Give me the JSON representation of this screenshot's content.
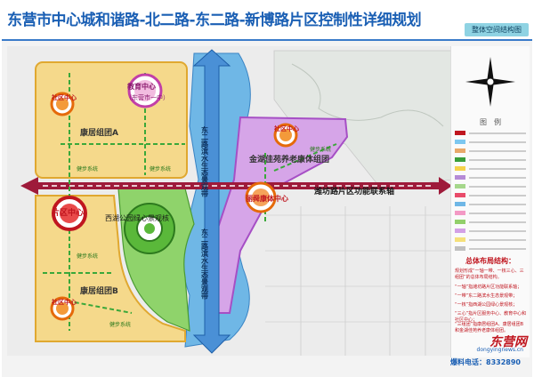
{
  "header": {
    "title": "东营市中心城和谐路-北二路-东二路-新博路片区控制性详细规划",
    "badge": "整体空间结构图"
  },
  "map": {
    "labels": {
      "education": "教育中心",
      "education_sub": "（东营市一中）",
      "community_nw": "社区中心",
      "community_ne": "社区中心",
      "community_sw": "社区中心",
      "residential_a": "康居组团A",
      "residential_b": "康居组团B",
      "district_center": "片区中心",
      "park_node": "西湖公园绿心景观核",
      "eldercare_group": "金湖佳苑养老康体组团",
      "eldercare_center": "丽舜康体中心",
      "eco_axis_1": "东二路滨水生态景观带",
      "eco_axis_2": "东二路滨水生态景观带",
      "function_axis": "潍坊路片区功能联系轴",
      "walk_paths": [
        "健步系统",
        "健步系统",
        "健步系统",
        "健步系统",
        "健步系统"
      ]
    }
  },
  "legend": {
    "title": "图　例",
    "rows": [
      {
        "color": "#c0161f"
      },
      {
        "color": "#7cc7f0"
      },
      {
        "color": "#e8a86a"
      },
      {
        "color": "#3a9e3a"
      },
      {
        "color": "#f5d24a"
      },
      {
        "color": "#b58bd6"
      },
      {
        "color": "#a5d78b"
      },
      {
        "color": "#e94b6a"
      },
      {
        "color": "#6fb7e6"
      },
      {
        "color": "#f39ac5"
      },
      {
        "color": "#92cf6b"
      },
      {
        "color": "#d3a0e6"
      },
      {
        "color": "#f5e07a"
      },
      {
        "color": "#c0c0c0"
      }
    ],
    "layout_title": "总体布局结构：",
    "notes": [
      "规划形成“一轴一带、一核三心、三组团”的总体布局结构。",
      "“一轴”指潍坊路片区功能联系轴；",
      "“一带”东二路滨水生态景观带；",
      "“一核”指西湖公园绿心景观核；",
      "“三心”指片区服务中心、教育中心和社区中心；",
      "“三组团”指康居组团A、康居组团B和金湖佳苑养老康体组团。"
    ]
  },
  "brand": {
    "name": "东营网",
    "url": "dongyingnews.cn"
  },
  "footer": {
    "hotline_label": "爆料电话：",
    "hotline": "8332890"
  },
  "colors": {
    "water": "#6fb7e6",
    "residential": "#f5d98b",
    "eldercare": "#d6a5e8",
    "green": "#8fd36b",
    "axis_red": "#9e1a3a"
  }
}
